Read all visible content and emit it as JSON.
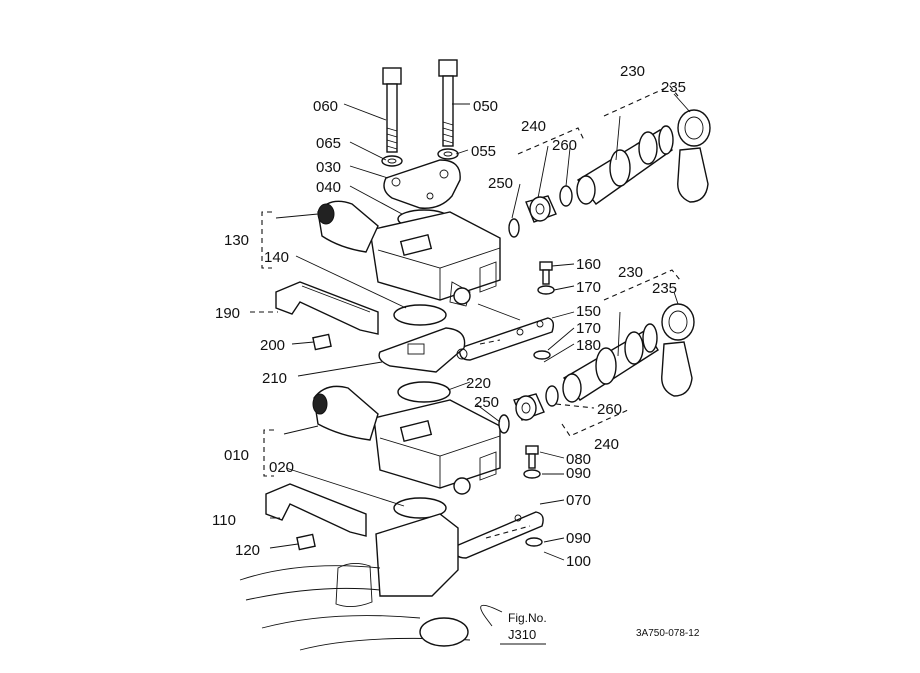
{
  "callouts": [
    "060",
    "050",
    "065",
    "055",
    "030",
    "040",
    "130",
    "140",
    "190",
    "200",
    "210",
    "220",
    "250",
    "240",
    "260",
    "230",
    "235",
    "160",
    "170",
    "150",
    "170",
    "180",
    "230",
    "235",
    "250",
    "260",
    "240",
    "010",
    "020",
    "110",
    "120",
    "080",
    "090",
    "070",
    "090",
    "100"
  ],
  "fig_ref": {
    "label": "Fig.No.",
    "number": "J310"
  },
  "drawing_code": "3A750-078-12"
}
